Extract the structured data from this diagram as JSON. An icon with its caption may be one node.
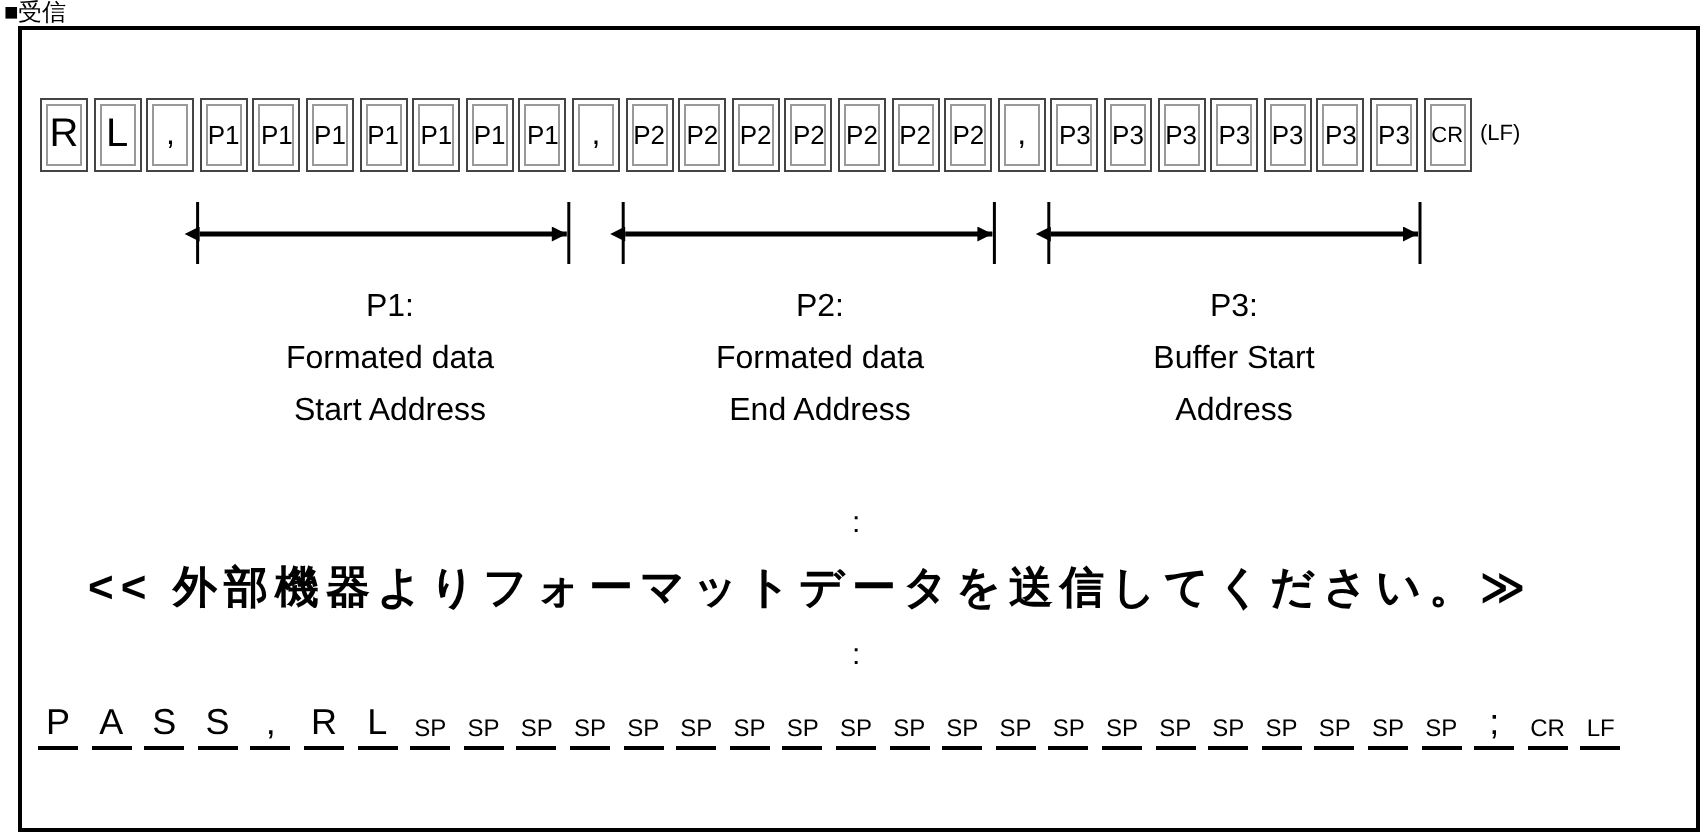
{
  "diagram": {
    "title": "■受信",
    "nodes": [
      {
        "text": [],
        "shape": "box"
      },
      {
        "text": [
          "R"
        ],
        "in": 0
      },
      {
        "text": [
          "L"
        ],
        "in": 0
      },
      {
        "text": [
          ","
        ],
        "in": 0
      },
      {
        "text": [
          "P1"
        ],
        "in": 0
      },
      {
        "text": [
          "P1"
        ],
        "in": 0
      },
      {
        "text": [
          "P1"
        ],
        "in": 0
      },
      {
        "text": [
          "P1"
        ],
        "in": 0
      },
      {
        "text": [
          "P1"
        ],
        "in": 0
      },
      {
        "text": [
          "P1"
        ],
        "in": 0
      },
      {
        "text": [
          "P1"
        ],
        "in": 0
      },
      {
        "text": [
          ","
        ],
        "in": 0
      },
      {
        "text": [
          "P2"
        ],
        "in": 0
      },
      {
        "text": [
          "P2"
        ],
        "in": 0
      },
      {
        "text": [
          "P2"
        ],
        "in": 0
      },
      {
        "text": [
          "P2"
        ],
        "in": 0
      },
      {
        "text": [
          "P2"
        ],
        "in": 0
      },
      {
        "text": [
          "P2"
        ],
        "in": 0
      },
      {
        "text": [
          "P2"
        ],
        "in": 0
      },
      {
        "text": [
          ","
        ],
        "in": 0
      },
      {
        "text": [
          "P3"
        ],
        "in": 0
      },
      {
        "text": [
          "P3"
        ],
        "in": 0
      },
      {
        "text": [
          "P3"
        ],
        "in": 0
      },
      {
        "text": [
          "P3"
        ],
        "in": 0
      },
      {
        "text": [
          "P3"
        ],
        "in": 0
      },
      {
        "text": [
          "P3"
        ],
        "in": 0
      },
      {
        "text": [
          "P3"
        ],
        "in": 0
      },
      {
        "text": [
          "CR"
        ],
        "in": 0
      }
    ],
    "edges": [],
    "labels": [
      "(LF)",
      "P1:",
      "Formated data Start Address",
      "P2:",
      "Formated data End Address",
      "P3:",
      "Buffer Start Address",
      ":",
      "<< 外部機器よりフォーマットデータを送信してください。≫",
      ":",
      "P",
      "A",
      "S",
      "S",
      ",",
      "R",
      "L",
      "SP",
      "SP",
      "SP",
      "SP",
      "SP",
      "SP",
      "SP",
      "SP",
      "SP",
      "SP",
      "SP",
      "SP",
      "SP",
      "SP",
      "SP",
      "SP",
      "SP",
      "SP",
      "SP",
      "SP",
      ";",
      "CR",
      "LF"
    ]
  }
}
